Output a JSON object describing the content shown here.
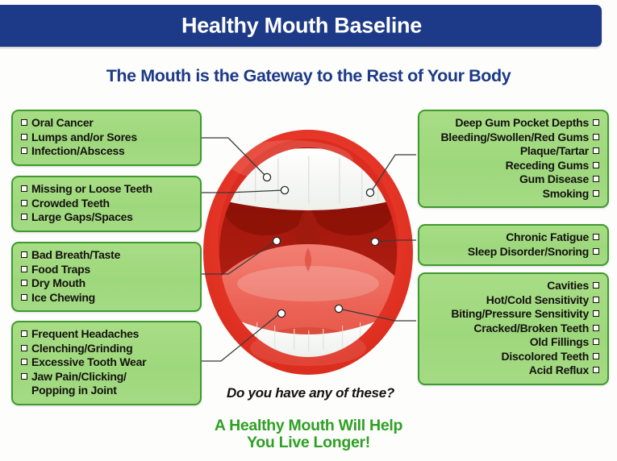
{
  "header": {
    "title": "Healthy Mouth Baseline",
    "subtitle": "The Mouth is the Gateway to the Rest of Your Body",
    "bar_color": "#1c3a87",
    "title_color": "#ffffff",
    "subtitle_color": "#1c3a87"
  },
  "theme": {
    "box_fill": "#a4da84",
    "box_border": "#3f9a2f",
    "text_color": "#14110f",
    "accent_green": "#2ea024",
    "mouth_red": "#e8392b",
    "connector_color": "#3a3a3a"
  },
  "left_boxes": [
    {
      "id": "oral-tissue",
      "items": [
        "Oral Cancer",
        "Lumps and/or Sores",
        "Infection/Abscess"
      ]
    },
    {
      "id": "tooth-position",
      "items": [
        "Missing or Loose Teeth",
        "Crowded Teeth",
        "Large Gaps/Spaces"
      ]
    },
    {
      "id": "oral-habits",
      "items": [
        "Bad Breath/Taste",
        "Food Traps",
        "Dry Mouth",
        "Ice Chewing"
      ]
    },
    {
      "id": "jaw-tmj",
      "items": [
        "Frequent Headaches",
        "Clenching/Grinding",
        "Excessive Tooth Wear",
        "Jaw Pain/Clicking/",
        "Popping in Joint"
      ]
    }
  ],
  "right_boxes": [
    {
      "id": "gum-health",
      "items": [
        "Deep Gum Pocket Depths",
        "Bleeding/Swollen/Red Gums",
        "Plaque/Tartar",
        "Receding Gums",
        "Gum Disease",
        "Smoking"
      ]
    },
    {
      "id": "systemic",
      "items": [
        "Chronic Fatigue",
        "Sleep Disorder/Snoring"
      ]
    },
    {
      "id": "tooth-condition",
      "items": [
        "Cavities",
        "Hot/Cold Sensitivity",
        "Biting/Pressure Sensitivity",
        "Cracked/Broken Teeth",
        "Old Fillings",
        "Discolored Teeth",
        "Acid Reflux"
      ]
    }
  ],
  "footer": {
    "question": "Do you have any of these?",
    "tagline_line1": "A Healthy Mouth Will Help",
    "tagline_line2": "You Live Longer!"
  },
  "illustration": {
    "name": "open-mouth-diagram",
    "description": "Open mouth with upper and lower teeth and tongue"
  }
}
